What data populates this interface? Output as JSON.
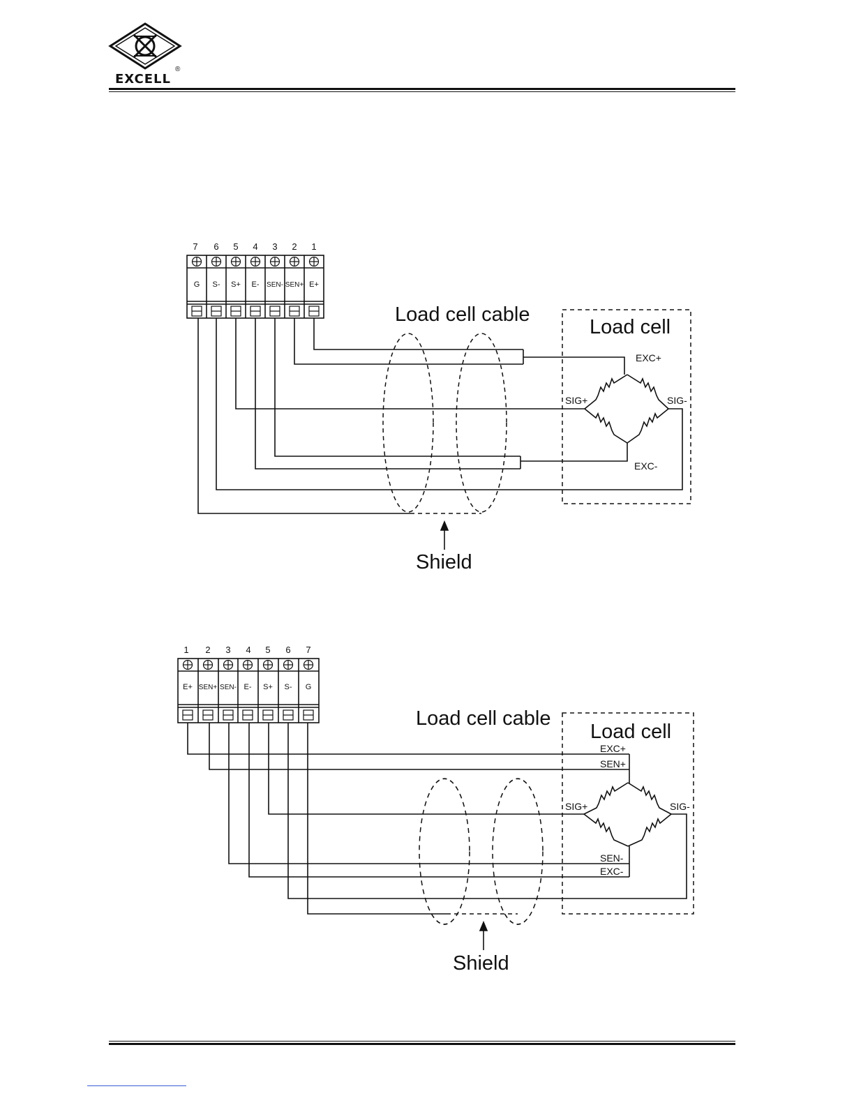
{
  "header": {
    "brand": "EXCELL",
    "registered": "®"
  },
  "diagram1": {
    "pin_numbers": [
      "7",
      "6",
      "5",
      "4",
      "3",
      "2",
      "1"
    ],
    "terminal_labels": [
      "G",
      "S-",
      "S+",
      "E-",
      "SEN-",
      "SEN+",
      "E+"
    ],
    "cable_label": "Load cell cable",
    "cell_label": "Load cell",
    "bridge": {
      "top": "EXC+",
      "bottom": "EXC-",
      "left": "SIG+",
      "right": "SIG-"
    },
    "shield_label": "Shield"
  },
  "diagram2": {
    "pin_numbers": [
      "1",
      "2",
      "3",
      "4",
      "5",
      "6",
      "7"
    ],
    "terminal_labels": [
      "E+",
      "SEN+",
      "SEN-",
      "E-",
      "S+",
      "S-",
      "G"
    ],
    "cable_label": "Load cell cable",
    "cell_label": "Load cell",
    "bridge": {
      "exc_plus": "EXC+",
      "sen_plus": "SEN+",
      "sen_minus": "SEN-",
      "exc_minus": "EXC-",
      "left": "SIG+",
      "right": "SIG-"
    },
    "shield_label": "Shield"
  }
}
